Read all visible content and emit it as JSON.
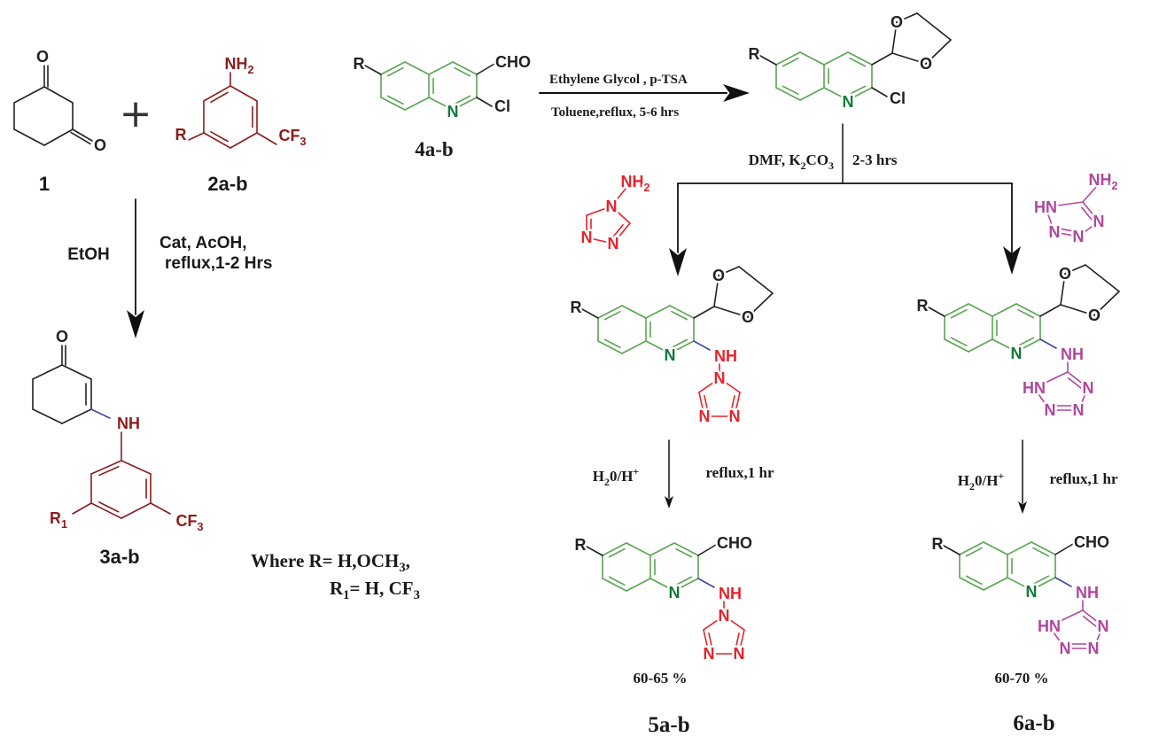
{
  "atoms": {
    "R": "R",
    "R1": {
      "t": "R",
      "s": "1"
    },
    "N": "N",
    "Cl": "Cl",
    "CHO": "CHO",
    "O": "O",
    "NH": "NH",
    "HN": "HN",
    "NH2": {
      "t": "NH",
      "s": "2"
    },
    "CF3": {
      "t": "CF",
      "s": "3"
    }
  },
  "plus": "+",
  "compound_labels": {
    "c1": "1",
    "c2": "2a-b",
    "c3": "3a-b",
    "c4": "4a-b",
    "c5": "5a-b",
    "c6": "6a-b"
  },
  "conditions": {
    "step1_left": "EtOH",
    "step1_right_line1": "Cat, AcOH,",
    "step1_right_line2": "reflux,1-2 Hrs",
    "acetal_top": "Ethylene Glycol , p-TSA",
    "acetal_bottom": "Toluene,reflux, 5-6 hrs",
    "substitution_left": {
      "a": "DMF, K",
      "b": "2",
      "c": "CO",
      "d": "3"
    },
    "substitution_right": "2-3 hrs",
    "hydrolysis_left": {
      "a": "H",
      "b": "2",
      "c": "0/H",
      "d": "+"
    },
    "hydrolysis_right": "reflux,1 hr"
  },
  "yields": {
    "y5": "60-65 %",
    "y6": "60-70 %"
  },
  "note": {
    "line1": {
      "a": "Where R= H,OCH",
      "b": "3",
      "c": ","
    },
    "line2": {
      "a": "R",
      "b": "1",
      "c": "= H, CF",
      "d": "3"
    }
  },
  "colors": {
    "black": "#222222",
    "aniline": "#8b1c1c",
    "quinoline": "#5aa552",
    "quinoline_n": "#127a38",
    "triazole": "#e5232b",
    "tetrazole": "#b0469e",
    "amine_bond": "#3b4a9b"
  }
}
